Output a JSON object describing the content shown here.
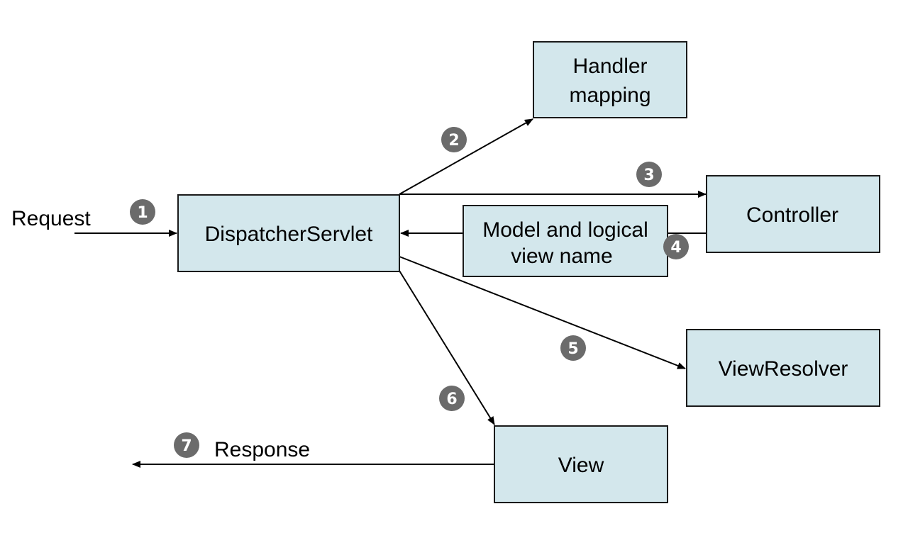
{
  "colors": {
    "node_fill": "#d3e7ec",
    "node_stroke": "#1a1a1a",
    "badge_fill": "#6b6b6b",
    "badge_text": "#ffffff",
    "edge": "#000000"
  },
  "nodes": {
    "dispatcher": {
      "label": "DispatcherServlet"
    },
    "handler_mapping": {
      "line1": "Handler",
      "line2": "mapping"
    },
    "controller": {
      "label": "Controller"
    },
    "model_view": {
      "line1": "Model and logical",
      "line2": "view name"
    },
    "view_resolver": {
      "label": "ViewResolver"
    },
    "view": {
      "label": "View"
    }
  },
  "labels": {
    "request": "Request",
    "response": "Response"
  },
  "steps": {
    "s1": "1",
    "s2": "2",
    "s3": "3",
    "s4": "4",
    "s5": "5",
    "s6": "6",
    "s7": "7"
  }
}
